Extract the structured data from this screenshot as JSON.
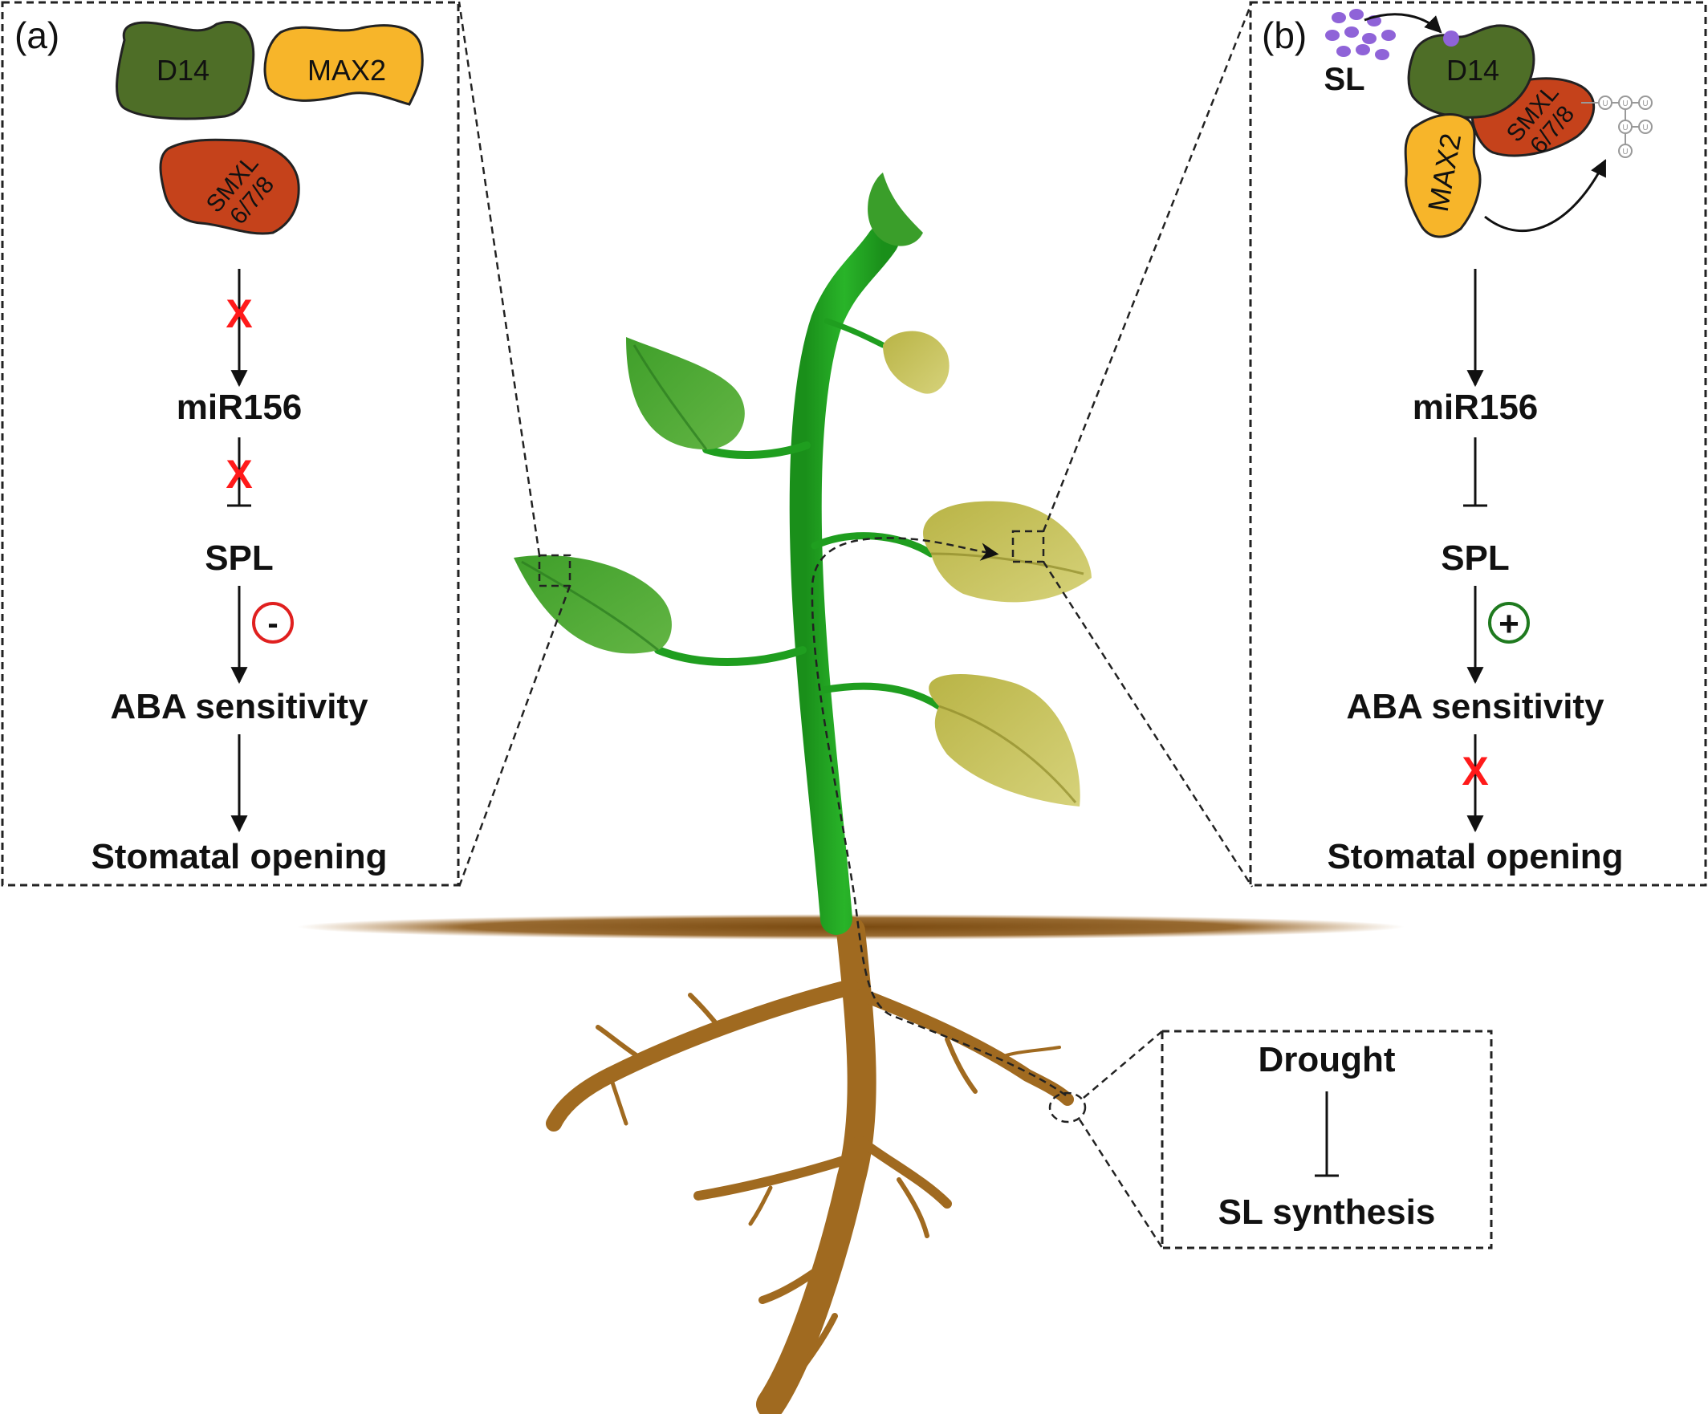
{
  "panels": {
    "a": {
      "label": "(a)",
      "proteins": {
        "d14": "D14",
        "max2": "MAX2",
        "smxl_line1": "SMXL",
        "smxl_line2": "6/7/8"
      },
      "steps": [
        "miR156",
        "SPL",
        "ABA sensitivity",
        "Stomatal opening"
      ],
      "spl_effect_symbol": "-",
      "blocked_symbol": "X"
    },
    "b": {
      "label": "(b)",
      "ligand": "SL",
      "proteins": {
        "d14": "D14",
        "max2": "MAX2",
        "smxl_line1": "SMXL",
        "smxl_line2": "6/7/8"
      },
      "ubiquitin": "U",
      "steps": [
        "miR156",
        "SPL",
        "ABA sensitivity",
        "Stomatal opening"
      ],
      "spl_effect_symbol": "+",
      "blocked_symbol": "X"
    },
    "root": {
      "steps": [
        "Drought",
        "SL synthesis"
      ]
    }
  },
  "colors": {
    "d14": "#4e6e27",
    "max2": "#f7b52a",
    "smxl": "#c5421b",
    "sl": "#8f63d8",
    "shoot": "#1f9e1f",
    "root": "#a06a20",
    "soil": "#7a4a10",
    "inhibit_mark": "#ff1a1a",
    "minus_ring": "#e0201f",
    "plus_ring": "#1f7a1f"
  }
}
